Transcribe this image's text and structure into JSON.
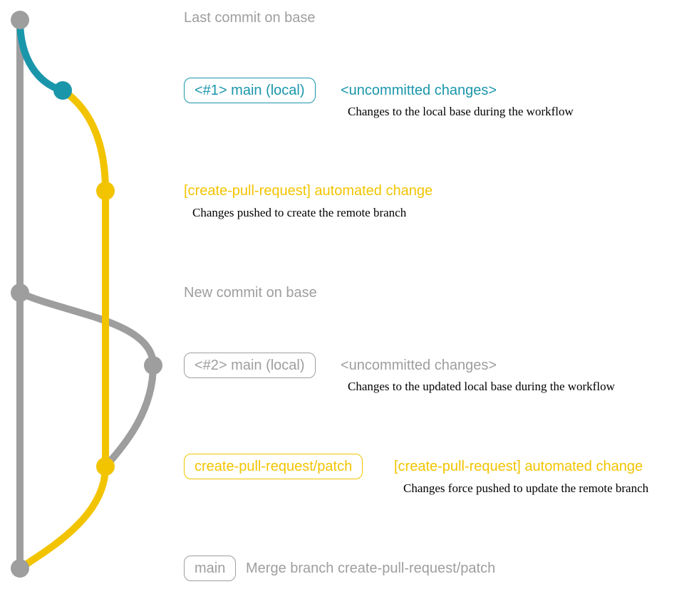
{
  "colors": {
    "base_gray": "#9e9e9e",
    "local_main_teal": "#1a96ab",
    "patch_yellow": "#f2c400",
    "description_text": "#000000",
    "background": "#ffffff"
  },
  "diagram": {
    "type": "git-branch-graph",
    "branches": [
      {
        "name": "base",
        "color": "gray"
      },
      {
        "name": "main (local) #1",
        "color": "teal"
      },
      {
        "name": "main (local) #2",
        "color": "gray"
      },
      {
        "name": "create-pull-request/patch",
        "color": "yellow"
      }
    ],
    "commits": [
      {
        "name": "last-commit-on-base",
        "branch": "base",
        "color": "gray"
      },
      {
        "name": "uncommitted-changes-1",
        "branch": "main (local) #1",
        "color": "teal"
      },
      {
        "name": "automated-change-1",
        "branch": "create-pull-request/patch",
        "color": "yellow"
      },
      {
        "name": "new-commit-on-base",
        "branch": "base",
        "color": "gray"
      },
      {
        "name": "uncommitted-changes-2",
        "branch": "main (local) #2",
        "color": "gray"
      },
      {
        "name": "automated-change-2",
        "branch": "create-pull-request/patch",
        "color": "yellow"
      },
      {
        "name": "merge-commit",
        "branch": "base",
        "color": "gray"
      }
    ]
  },
  "annotations": {
    "last_commit_title": "Last commit on base",
    "branch1": {
      "badge": "<#1> main (local)",
      "status": "<uncommitted changes>",
      "description": "Changes to the local base during the workflow"
    },
    "automated1": {
      "label": "[create-pull-request] automated change",
      "description": "Changes pushed to create the remote branch"
    },
    "new_commit_title": "New commit on base",
    "branch2": {
      "badge": "<#2> main (local)",
      "status": "<uncommitted changes>",
      "description": "Changes to the updated local base during the workflow"
    },
    "patch": {
      "badge": "create-pull-request/patch",
      "label": "[create-pull-request] automated change",
      "description": "Changes force pushed to update the remote branch"
    },
    "merge": {
      "badge": "main",
      "label": "Merge branch create-pull-request/patch"
    }
  }
}
